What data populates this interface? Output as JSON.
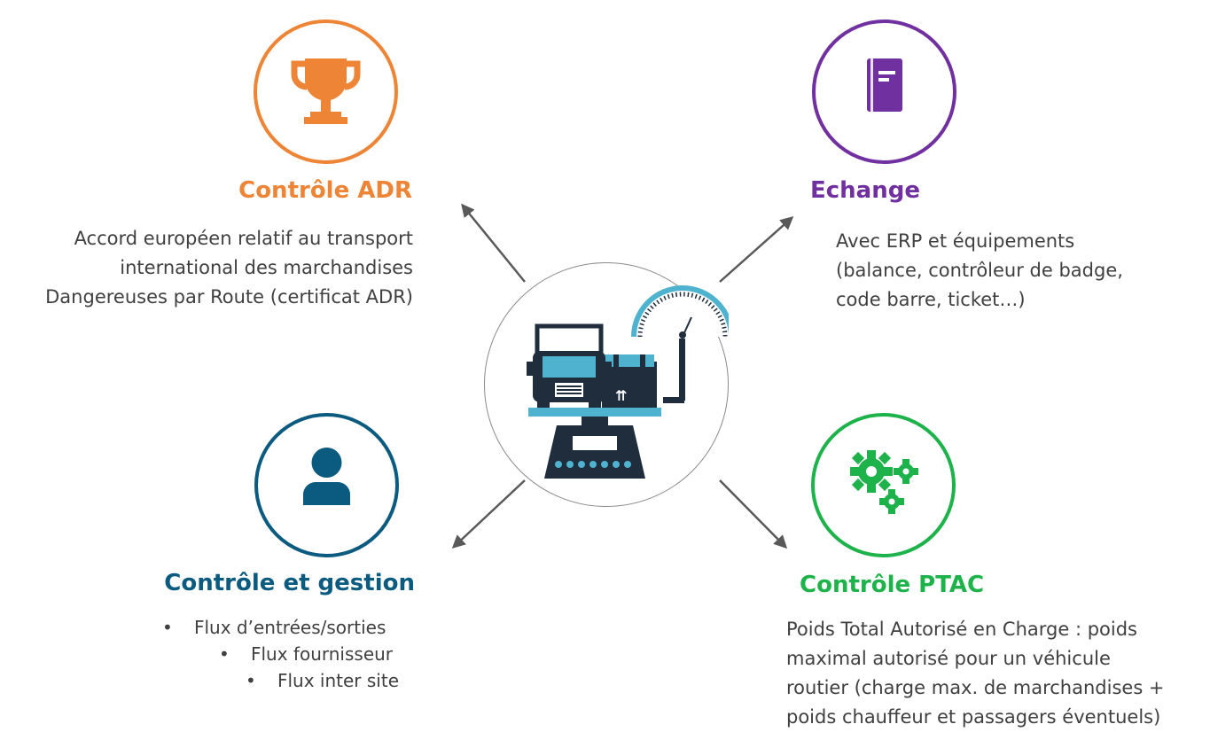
{
  "colors": {
    "adr": "#EE8435",
    "echange": "#7030A0",
    "gestion": "#0B5A80",
    "ptac": "#1DB24A",
    "arrow": "#595959",
    "text": "#404040"
  },
  "center": {
    "icon": "truck-weighing-scale-icon"
  },
  "adr": {
    "icon": "trophy-icon",
    "title": "Contrôle ADR",
    "lines": [
      "Accord européen relatif au transport",
      "international des marchandises",
      "Dangereuses par Route (certificat ADR)"
    ]
  },
  "echange": {
    "icon": "book-icon",
    "title": "Echange",
    "lines": [
      "Avec ERP et équipements",
      "(balance, contrôleur de badge,",
      "code barre, ticket…)"
    ]
  },
  "gestion": {
    "icon": "user-icon",
    "title": "Contrôle et gestion",
    "bullets": [
      "Flux d’entrées/sorties",
      "Flux fournisseur",
      "Flux inter site"
    ]
  },
  "ptac": {
    "icon": "gears-icon",
    "title": "Contrôle PTAC",
    "lines": [
      "Poids Total Autorisé en Charge : poids",
      "maximal autorisé pour un véhicule",
      "routier (charge max. de marchandises +",
      "poids chauffeur et passagers éventuels)"
    ]
  }
}
